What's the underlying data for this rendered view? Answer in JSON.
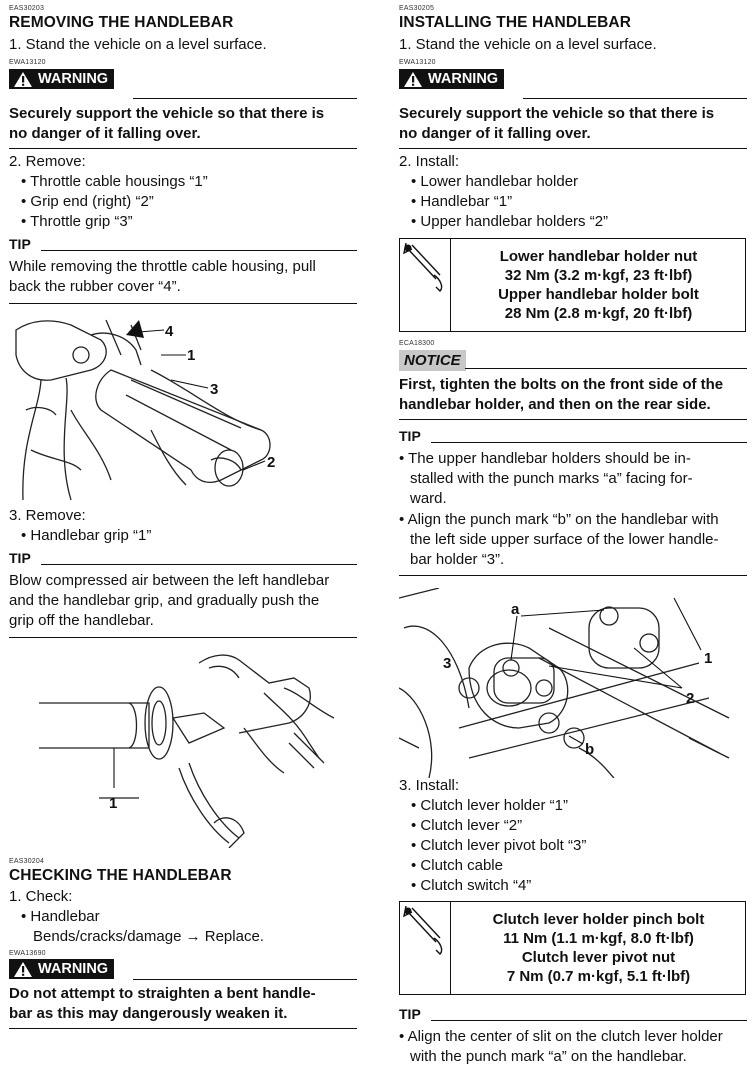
{
  "left": {
    "remove_section": {
      "code": "EAS30203",
      "title": "REMOVING THE HANDLEBAR",
      "step1": "1.  Stand the vehicle on a level surface.",
      "warning_code": "EWA13120",
      "warning_label": "WARNING",
      "warning_text": [
        "Securely support the vehicle so that there is",
        "no danger of it falling over."
      ],
      "step2": "2.  Remove:",
      "step2_items": [
        "• Throttle cable housings “1”",
        "• Grip end (right) “2”",
        "• Throttle grip “3”"
      ],
      "tip1_label": "TIP",
      "tip1_text": [
        "While removing the throttle cable housing, pull",
        "back the rubber cover “4”."
      ],
      "fig1_labels": [
        "4",
        "1",
        "3",
        "2"
      ],
      "step3": "3.  Remove:",
      "step3_items": [
        "• Handlebar grip “1”"
      ],
      "tip2_label": "TIP",
      "tip2_text": [
        "Blow compressed air between the left handlebar",
        "and the handlebar grip, and gradually push the",
        "grip off the handlebar."
      ],
      "fig2_labels": [
        "1"
      ]
    },
    "check_section": {
      "code": "EAS30204",
      "title": "CHECKING THE HANDLEBAR",
      "step1": "1.  Check:",
      "items": [
        "• Handlebar",
        "Bends/cracks/damage → Replace."
      ],
      "warning_code": "EWA13690",
      "warning_label": "WARNING",
      "warning_text": [
        "Do not attempt to straighten a bent handle-",
        "bar as this may dangerously weaken it."
      ]
    }
  },
  "right": {
    "code": "EAS30205",
    "title": "INSTALLING THE HANDLEBAR",
    "step1": "1.  Stand the vehicle on a level surface.",
    "warning_code": "EWA13120",
    "warning_label": "WARNING",
    "warning_text": [
      "Securely support the vehicle so that there is",
      "no danger of it falling over."
    ],
    "step2": "2.  Install:",
    "step2_items": [
      "• Lower handlebar holder",
      "• Handlebar “1”",
      "• Upper handlebar holders “2”"
    ],
    "torque1": [
      "Lower handlebar holder nut",
      "32 Nm (3.2 m·kgf, 23 ft·lbf)",
      "Upper handlebar holder bolt",
      "28 Nm (2.8 m·kgf, 20 ft·lbf)"
    ],
    "notice_code": "ECA18300",
    "notice_label": "NOTICE",
    "notice_text": [
      "First, tighten the bolts on the front side of the",
      "handlebar holder, and then on the rear side."
    ],
    "tip1_label": "TIP",
    "tip1_text": [
      "• The upper handlebar holders should be in-",
      "stalled with the punch marks “a” facing for-",
      "ward.",
      "• Align the punch mark “b” on the handlebar with",
      "the left side upper surface of the lower handle-",
      "bar holder “3”."
    ],
    "fig_labels": [
      "a",
      "3",
      "1",
      "2",
      "b"
    ],
    "step3": "3.  Install:",
    "step3_items": [
      "• Clutch lever holder “1”",
      "• Clutch lever “2”",
      "• Clutch lever pivot bolt “3”",
      "• Clutch cable",
      "• Clutch switch “4”"
    ],
    "torque2": [
      "Clutch lever holder pinch bolt",
      "11 Nm (1.1 m·kgf, 8.0 ft·lbf)",
      "Clutch lever pivot nut",
      "7 Nm (0.7 m·kgf, 5.1 ft·lbf)"
    ],
    "tip2_label": "TIP",
    "tip2_text": [
      "• Align the center of slit on the clutch lever holder",
      "with the punch mark “a” on the handlebar."
    ]
  }
}
